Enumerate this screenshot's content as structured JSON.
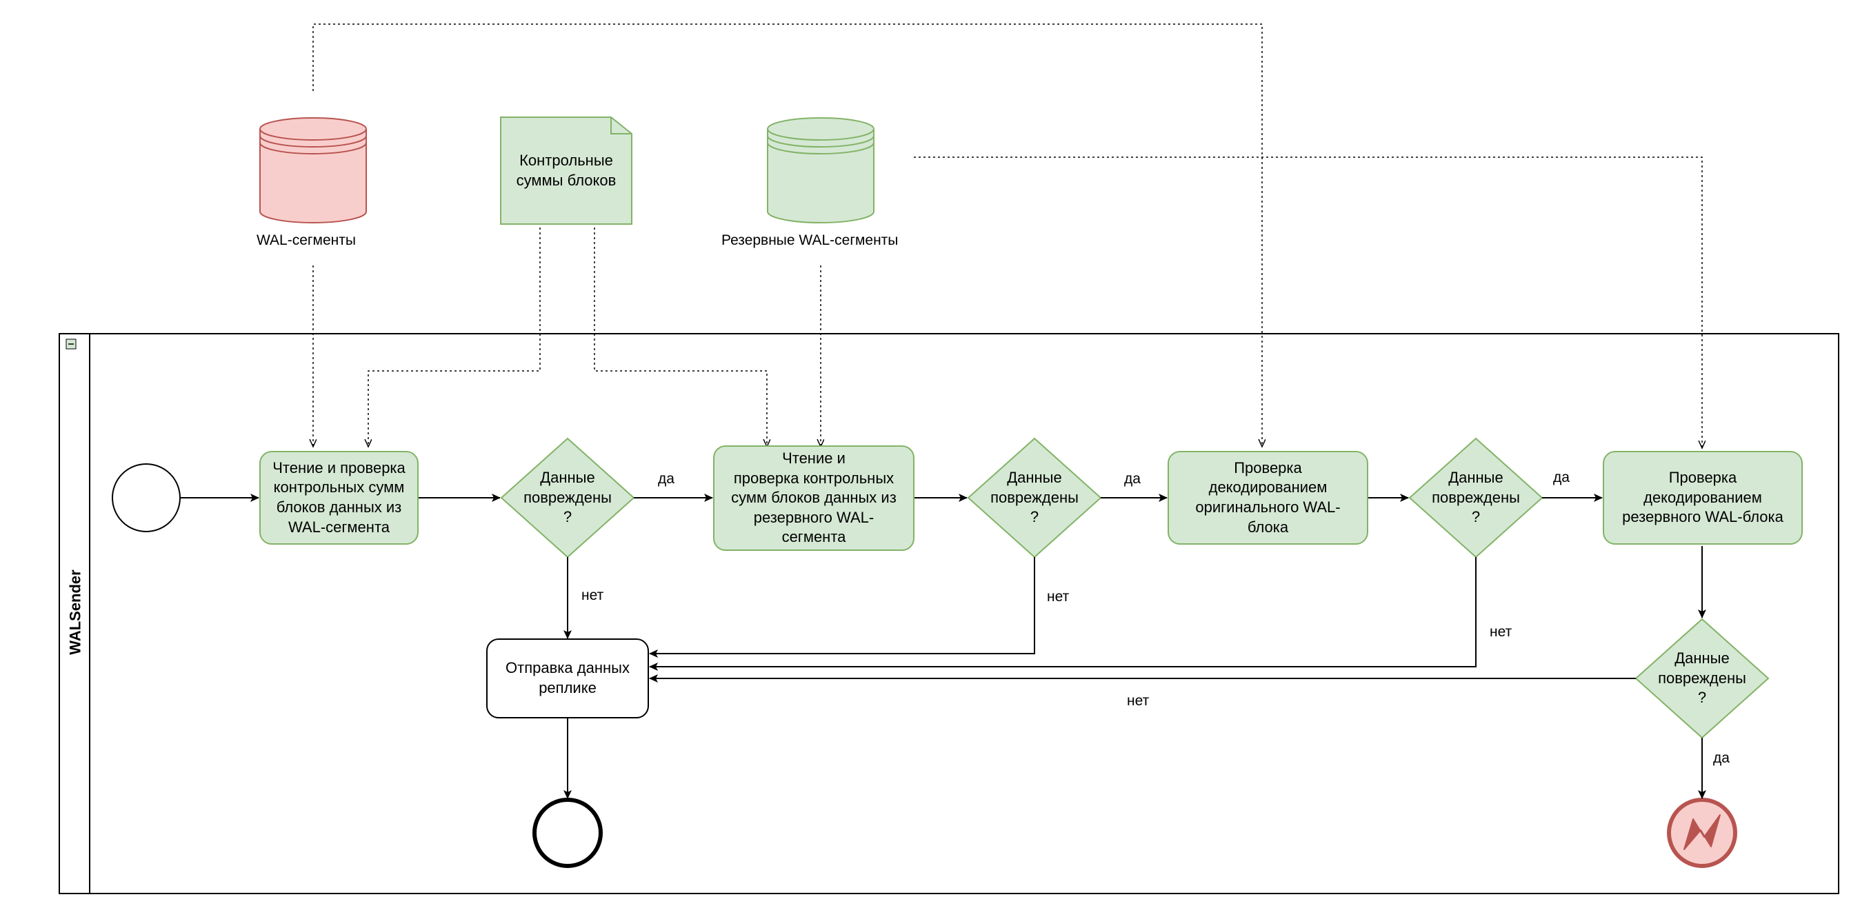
{
  "data_stores": {
    "wal_segments": {
      "label": "WAL-сегменты",
      "color": "#f8cecc",
      "stroke": "#b85450"
    },
    "checksums": {
      "label": "Контрольные\nсуммы блоков",
      "color": "#d5e8d4",
      "stroke": "#82b366"
    },
    "backup_wal_segments": {
      "label": "Резервные WAL-сегменты",
      "color": "#d5e8d4",
      "stroke": "#82b366"
    }
  },
  "pool": {
    "lane_name": "WALSender"
  },
  "tasks": {
    "read_check": "Чтение и проверка\nконтрольных сумм\nблоков данных из\nWAL-сегмента",
    "read_check_backup": "Чтение и\nпроверка контрольных\nсумм блоков данных из\nрезервного WAL-\nсегмента",
    "decode_original": "Проверка\nдекодированием\nоригинального WAL-\nблока",
    "decode_backup": "Проверка\nдекодированием\nрезервного WAL-блока",
    "send_replica": "Отправка данных\nреплике"
  },
  "gateways": {
    "gw1": "Данные\nповреждены\n?",
    "gw2": "Данные\nповреждены\n?",
    "gw3": "Данные\nповреждены\n?",
    "gw4": "Данные\nповреждены\n?"
  },
  "edge_labels": {
    "gw1_yes": "да",
    "gw2_yes": "да",
    "gw3_yes": "да",
    "gw4_yes": "да",
    "gw1_no": "нет",
    "gw2_no": "нет",
    "gw3_no": "нет",
    "gw4_no": "нет"
  },
  "colors": {
    "task_fill": "#d5e8d4",
    "task_stroke": "#82b366",
    "error_fill": "#f8cecc",
    "error_stroke": "#b85450"
  }
}
